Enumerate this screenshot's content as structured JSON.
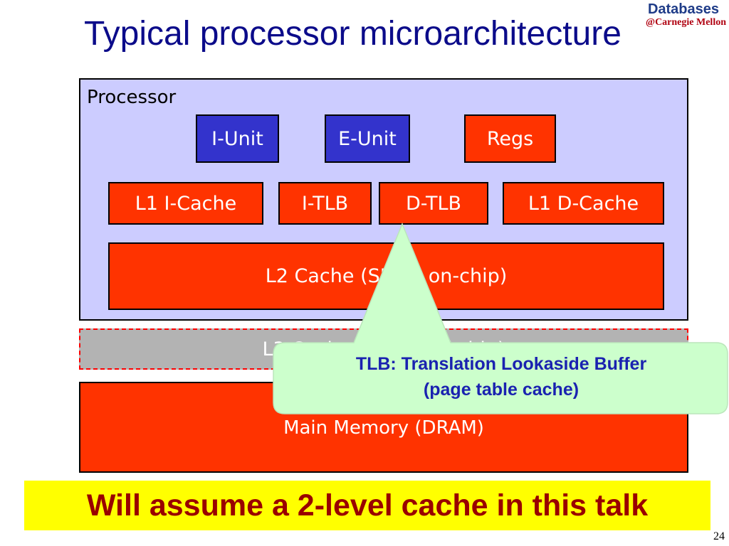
{
  "logo": {
    "title": "Databases",
    "subtitle": "@Carnegie Mellon"
  },
  "title": "Typical processor microarchitecture",
  "processor": {
    "label": "Processor",
    "units": [
      {
        "id": "i-unit",
        "label": "I-Unit",
        "color": "#3333cc"
      },
      {
        "id": "e-unit",
        "label": "E-Unit",
        "color": "#3333cc"
      },
      {
        "id": "regs",
        "label": "Regs",
        "color": "#ff3300"
      }
    ],
    "caches": [
      {
        "id": "l1-icache",
        "label": "L1 I-Cache"
      },
      {
        "id": "itlb",
        "label": "I-TLB"
      },
      {
        "id": "dtlb",
        "label": "D-TLB"
      },
      {
        "id": "l1-dcache",
        "label": "L1 D-Cache"
      }
    ],
    "l2": "L2 Cache (SRAM on-chip)"
  },
  "l3": "L3 Cache (SRAM off-chip)",
  "main_memory": "Main Memory (DRAM)",
  "callout": {
    "line1": "TLB: Translation Lookaside Buffer",
    "line2": "(page table cache)",
    "color": "#ccffcc"
  },
  "banner": "Will assume a 2-level cache in this talk",
  "page_number": "24"
}
